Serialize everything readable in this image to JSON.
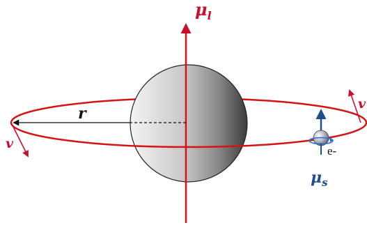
{
  "labels": {
    "mu_l": "μ",
    "mu_l_sub": "l",
    "radius": "r",
    "velocity_left": "v",
    "velocity_right": "v",
    "electron": "e-",
    "mu_s": "μ",
    "mu_s_sub": "s"
  },
  "colors": {
    "orbit": "#d41414",
    "axis": "#d41414",
    "mu_l_label": "#c8102e",
    "velocity": "#c8102e",
    "spin": "#1f4e8c",
    "spin_ring": "#2a6fd0",
    "radius_line": "#111111",
    "nucleus_light": "#f2f2f2",
    "nucleus_dark": "#3a3a3a",
    "text": "#111111"
  },
  "icons": {
    "nucleus": "sphere-gradient",
    "electron": "small-sphere-with-spin-ring"
  }
}
